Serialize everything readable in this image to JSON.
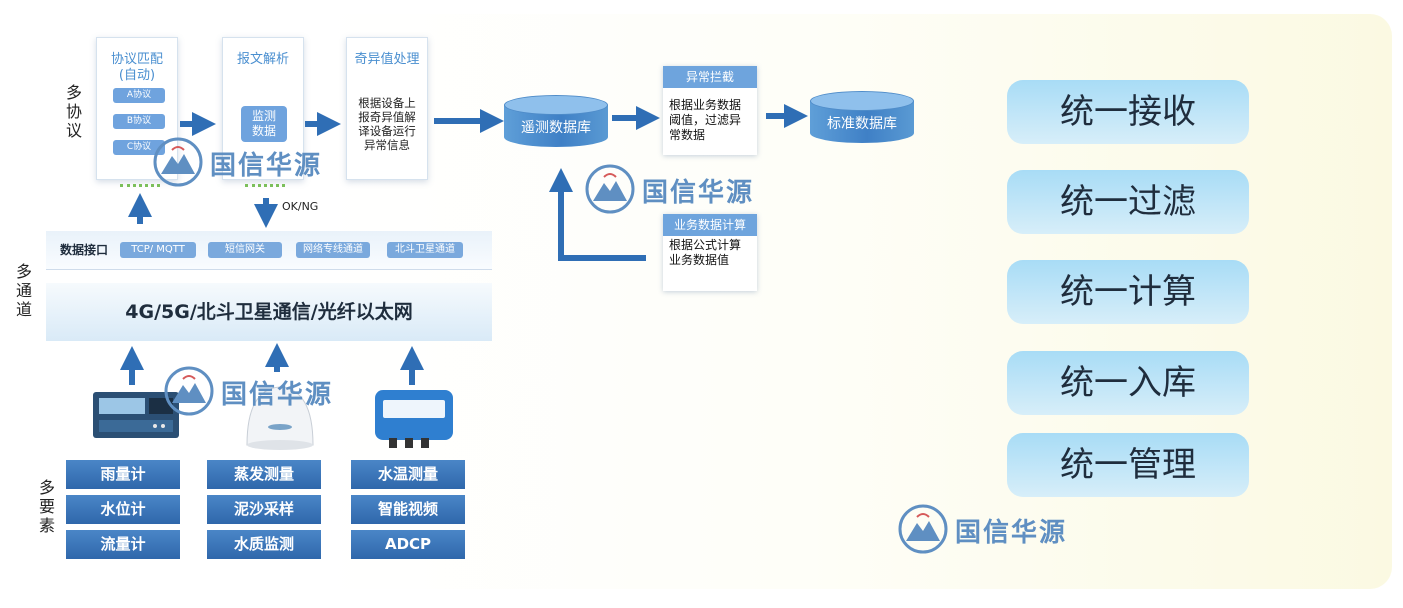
{
  "left_labels": {
    "protocols": "多协议",
    "channels": "多通道",
    "elements": "多要素"
  },
  "process": {
    "protocol_match": {
      "title_line1": "协议匹配",
      "title_line2": "(自动)",
      "protocols": [
        "A协议",
        "B协议",
        "C协议"
      ]
    },
    "parse": {
      "title": "报文解析",
      "chip_line1": "监测",
      "chip_line2": "数据",
      "result": "OK/NG"
    },
    "odd_values": {
      "title": "奇异值处理",
      "body": "根据设备上报奇异值解译设备运行异常信息"
    }
  },
  "interface": {
    "label": "数据接口",
    "channels": [
      "TCP/ MQTT",
      "短信网关",
      "网络专线通道",
      "北斗卫星通道"
    ]
  },
  "network": "4G/5G/北斗卫星通信/光纤以太网",
  "sensors": [
    [
      "雨量计",
      "蒸发测量",
      "水温测量"
    ],
    [
      "水位计",
      "泥沙采样",
      "智能视频"
    ],
    [
      "流量计",
      "水质监测",
      "ADCP"
    ]
  ],
  "databases": {
    "telemetry": "遥测数据库",
    "standard": "标准数据库"
  },
  "anomaly": {
    "title": "异常拦截",
    "body": "根据业务数据阈值，过滤异常数据"
  },
  "business_calc": {
    "title": "业务数据计算",
    "body": "根据公式计算业务数据值"
  },
  "unified": [
    "统一接收",
    "统一过滤",
    "统一计算",
    "统一入库",
    "统一管理"
  ],
  "watermark": "国信华源",
  "colors": {
    "accent_blue": "#3a74b8",
    "arrow_blue": "#2f6eb5",
    "pill_blue": "#a8dcf6",
    "dots_green": "#7bbf5a"
  }
}
